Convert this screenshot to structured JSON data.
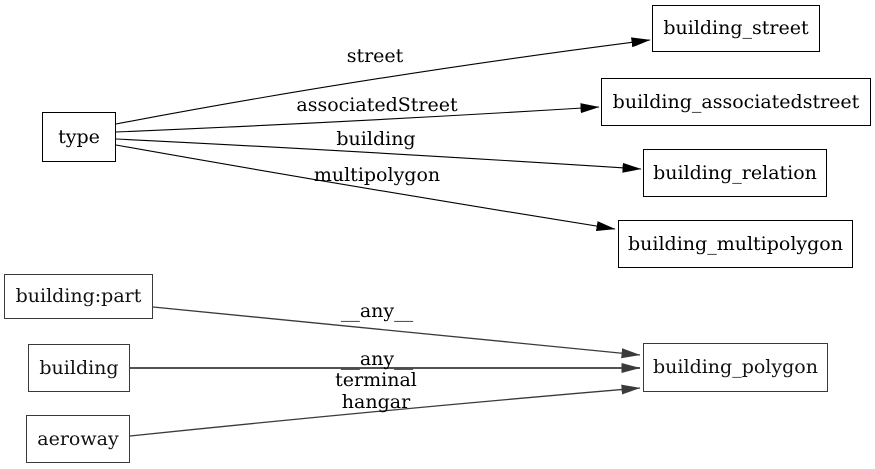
{
  "diagram": {
    "background_color": "#ffffff",
    "stroke_color_top": "#000000",
    "stroke_color_bottom": "#3a3a3a",
    "nodes": {
      "type": {
        "label": "type"
      },
      "building_street": {
        "label": "building_street"
      },
      "building_associatedstreet": {
        "label": "building_associatedstreet"
      },
      "building_relation": {
        "label": "building_relation"
      },
      "building_multipolygon": {
        "label": "building_multipolygon"
      },
      "building_part": {
        "label": "building:part"
      },
      "building": {
        "label": "building"
      },
      "aeroway": {
        "label": "aeroway"
      },
      "building_polygon": {
        "label": "building_polygon"
      }
    },
    "edge_labels": {
      "street": "street",
      "associated_street": "associatedStreet",
      "building": "building",
      "multipolygon": "multipolygon",
      "any_from_building_part": "__any__",
      "any_from_building": "__any__",
      "terminal_hangar": "terminal\nhangar"
    },
    "edges": [
      {
        "from": "type",
        "to": "building_street",
        "label": "street"
      },
      {
        "from": "type",
        "to": "building_associatedstreet",
        "label": "associatedStreet"
      },
      {
        "from": "type",
        "to": "building_relation",
        "label": "building"
      },
      {
        "from": "type",
        "to": "building_multipolygon",
        "label": "multipolygon"
      },
      {
        "from": "building:part",
        "to": "building_polygon",
        "label": "__any__"
      },
      {
        "from": "building",
        "to": "building_polygon",
        "label": "__any__"
      },
      {
        "from": "aeroway",
        "to": "building_polygon",
        "label": "terminal hangar"
      }
    ]
  }
}
